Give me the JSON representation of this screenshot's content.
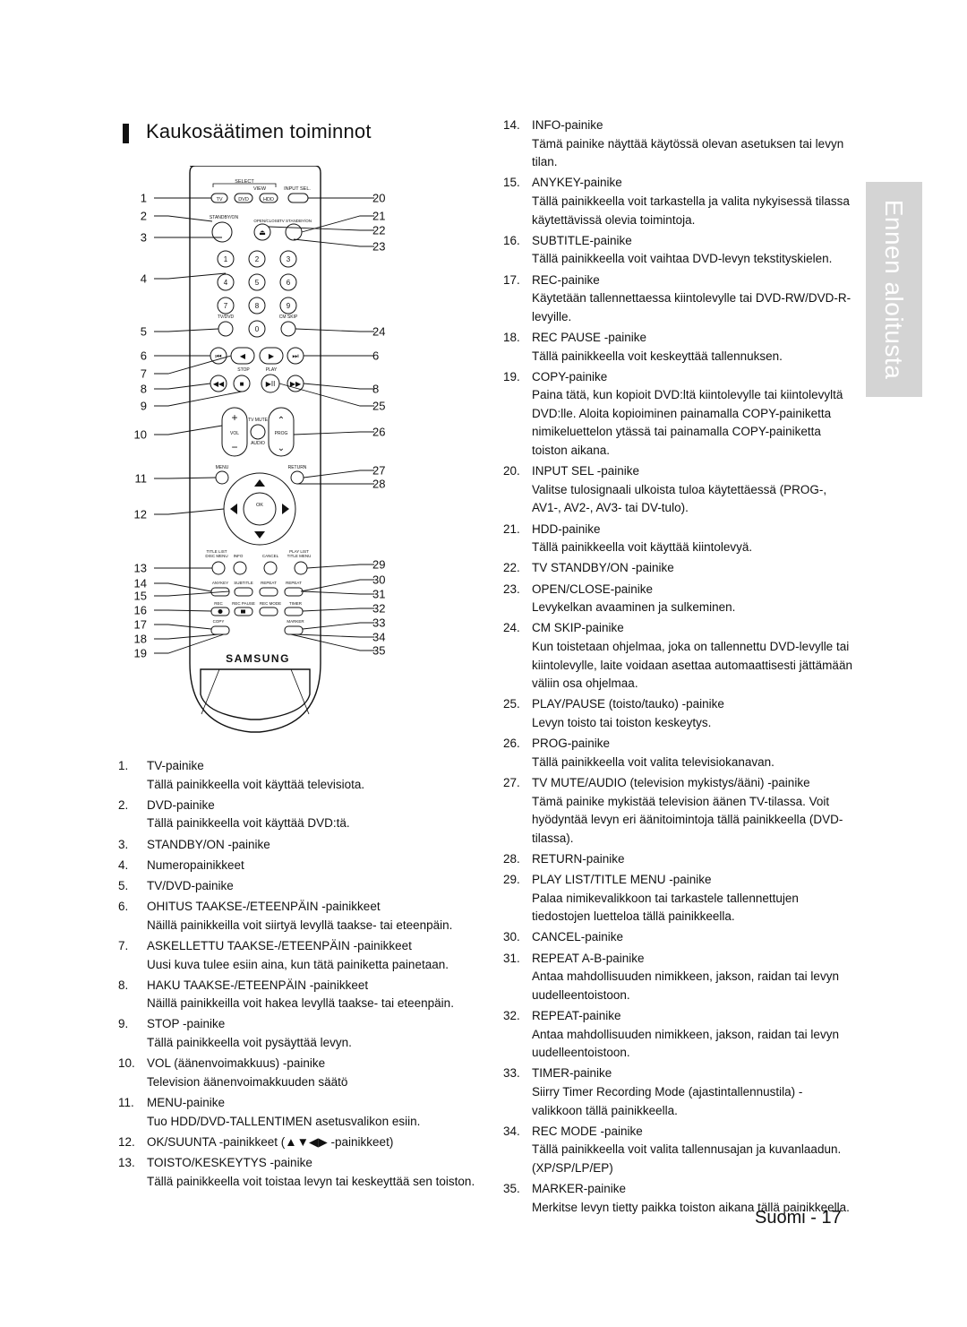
{
  "page_title": "Kaukosäätimen toiminnot",
  "side_tab": "Ennen aloitusta",
  "footer": "Suomi - 17",
  "remote": {
    "brand": "SAMSUNG",
    "labels": {
      "select": "SELECT",
      "view": "VIEW",
      "input_sel": "INPUT SEL.",
      "tv": "TV",
      "dvd": "DVD",
      "hdd": "HDD",
      "standby_on": "STANDBY/ON",
      "open_close": "OPEN/CLOSE",
      "tv_standby": "TV STANDBY/ON",
      "tv_dvd": "TV/DVD",
      "cm_skip": "CM SKIP",
      "stop": "STOP",
      "play": "PLAY",
      "tv_mute": "TV MUTE",
      "vol": "VOL",
      "prog": "PROG",
      "audio": "AUDIO",
      "menu": "MENU",
      "return": "RETURN",
      "ok": "OK",
      "title_list": "TITLE LIST",
      "disc_menu": "DISC MENU",
      "info": "INFO",
      "cancel": "CANCEL",
      "play_list": "PLAY LIST",
      "title_menu": "TITLE MENU",
      "anykey": "ANYKEY",
      "subtitle": "SUBTITLE",
      "repeat": "REPEAT",
      "repeat2": "REPEAT",
      "ab": "A-B",
      "rec": "REC",
      "rec_pause": "REC PAUSE",
      "rec_mode": "REC MODE",
      "timer": "TIMER",
      "copy": "COPY",
      "marker": "MARKER"
    },
    "digits": [
      "1",
      "2",
      "3",
      "4",
      "5",
      "6",
      "7",
      "8",
      "9",
      "0"
    ],
    "callouts_left": [
      "1",
      "2",
      "3",
      "4",
      "5",
      "6",
      "7",
      "8",
      "9",
      "10",
      "11",
      "12",
      "13",
      "14",
      "15",
      "16",
      "17",
      "18",
      "19"
    ],
    "callouts_right": [
      "20",
      "21",
      "22",
      "23",
      "24",
      "6",
      "8",
      "25",
      "26",
      "27",
      "28",
      "29",
      "30",
      "31",
      "32",
      "33",
      "34",
      "35"
    ]
  },
  "left_items": [
    {
      "num": "1.",
      "title": "TV-painike",
      "desc": "Tällä painikkeella voit käyttää televisiota."
    },
    {
      "num": "2.",
      "title": "DVD-painike",
      "desc": "Tällä painikkeella voit käyttää DVD:tä."
    },
    {
      "num": "3.",
      "title": "STANDBY/ON -painike",
      "desc": ""
    },
    {
      "num": "4.",
      "title": "Numeropainikkeet",
      "desc": ""
    },
    {
      "num": "5.",
      "title": "TV/DVD-painike",
      "desc": ""
    },
    {
      "num": "6.",
      "title": "OHITUS TAAKSE-/ETEENPÄIN -painikkeet",
      "desc": "Näillä painikkeilla voit siirtyä levyllä taakse- tai eteenpäin."
    },
    {
      "num": "7.",
      "title": "ASKELLETTU TAAKSE-/ETEENPÄIN -painikkeet",
      "desc": "Uusi kuva tulee esiin aina, kun tätä painiketta painetaan."
    },
    {
      "num": "8.",
      "title": "HAKU TAAKSE-/ETEENPÄIN -painikkeet",
      "desc": "Näillä painikkeilla voit hakea levyllä taakse- tai eteenpäin."
    },
    {
      "num": "9.",
      "title": "STOP -painike",
      "desc": "Tällä painikkeella voit pysäyttää levyn."
    },
    {
      "num": "10.",
      "title": "VOL (äänenvoimakkuus) -painike",
      "desc": "Television äänenvoimakkuuden säätö"
    },
    {
      "num": "11.",
      "title": "MENU-painike",
      "desc": "Tuo HDD/DVD-TALLENTIMEN asetusvalikon esiin."
    },
    {
      "num": "12.",
      "title": "OK/SUUNTA -painikkeet (▲▼◀▶ -painikkeet)",
      "desc": ""
    },
    {
      "num": "13.",
      "title": "TOISTO/KESKEYTYS -painike",
      "desc": "Tällä painikkeella voit toistaa levyn tai keskeyttää sen toiston."
    }
  ],
  "right_items": [
    {
      "num": "14.",
      "title": "INFO-painike",
      "desc": "Tämä painike näyttää käytössä olevan asetuksen tai levyn tilan."
    },
    {
      "num": "15.",
      "title": "ANYKEY-painike",
      "desc": "Tällä painikkeella voit tarkastella ja valita nykyisessä tilassa käytettävissä olevia toimintoja."
    },
    {
      "num": "16.",
      "title": "SUBTITLE-painike",
      "desc": "Tällä painikkeella voit vaihtaa DVD-levyn tekstityskielen."
    },
    {
      "num": "17.",
      "title": "REC-painike",
      "desc": "Käytetään tallennettaessa kiintolevylle tai DVD-RW/DVD-R-levyille."
    },
    {
      "num": "18.",
      "title": "REC PAUSE -painike",
      "desc": "Tällä painikkeella voit keskeyttää tallennuksen."
    },
    {
      "num": "19.",
      "title": "COPY-painike",
      "desc": "Paina tätä, kun kopioit DVD:ltä kiintolevylle tai kiintolevyltä DVD:lle. Aloita kopioiminen painamalla COPY-painiketta nimikeluettelon ytässä tai painamalla COPY-painiketta toiston aikana."
    },
    {
      "num": "20.",
      "title": "INPUT SEL -painike",
      "desc": "Valitse tulosignaali ulkoista tuloa käytettäessä (PROG-, AV1-, AV2-, AV3- tai DV-tulo)."
    },
    {
      "num": "21.",
      "title": "HDD-painike",
      "desc": "Tällä painikkeella voit käyttää kiintolevyä."
    },
    {
      "num": "22.",
      "title": "TV STANDBY/ON -painike",
      "desc": ""
    },
    {
      "num": "23.",
      "title": "OPEN/CLOSE-painike",
      "desc": "Levykelkan avaaminen ja sulkeminen."
    },
    {
      "num": "24.",
      "title": "CM SKIP-painike",
      "desc": "Kun toistetaan ohjelmaa, joka on tallennettu DVD-levylle tai kiintolevylle, laite voidaan asettaa automaattisesti jättämään väliin osa ohjelmaa."
    },
    {
      "num": "25.",
      "title": "PLAY/PAUSE (toisto/tauko) -painike",
      "desc": "Levyn toisto tai toiston keskeytys."
    },
    {
      "num": "26.",
      "title": "PROG-painike",
      "desc": "Tällä painikkeella voit valita televisiokanavan."
    },
    {
      "num": "27.",
      "title": "TV MUTE/AUDIO (television mykistys/ääni) -painike",
      "desc": "Tämä painike mykistää television äänen TV-tilassa. Voit hyödyntää levyn eri äänitoimintoja tällä painikkeella (DVD-tilassa)."
    },
    {
      "num": "28.",
      "title": "RETURN-painike",
      "desc": ""
    },
    {
      "num": "29.",
      "title": "PLAY LIST/TITLE MENU -painike",
      "desc": "Palaa nimikevalikkoon tai tarkastele tallennettujen tiedostojen luetteloa tällä painikkeella."
    },
    {
      "num": "30.",
      "title": "CANCEL-painike",
      "desc": ""
    },
    {
      "num": "31.",
      "title": "REPEAT A-B-painike",
      "desc": "Antaa mahdollisuuden nimikkeen, jakson, raidan tai levyn uudelleentoistoon."
    },
    {
      "num": "32.",
      "title": "REPEAT-painike",
      "desc": "Antaa mahdollisuuden nimikkeen, jakson, raidan tai levyn uudelleentoistoon."
    },
    {
      "num": "33.",
      "title": "TIMER-painike",
      "desc": "Siirry Timer Recording Mode (ajastintallennustila) -valikkoon tällä painikkeella."
    },
    {
      "num": "34.",
      "title": "REC MODE -painike",
      "desc": "Tällä painikkeella voit valita tallennusajan ja kuvanlaadun. (XP/SP/LP/EP)"
    },
    {
      "num": "35.",
      "title": "MARKER-painike",
      "desc": "Merkitse levyn tietty paikka toiston aikana tällä painikkeella."
    }
  ]
}
